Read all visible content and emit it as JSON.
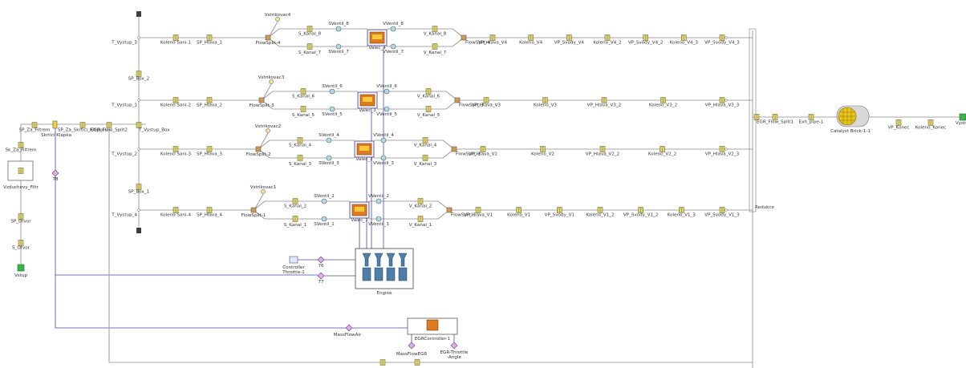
{
  "colors": {
    "pipe": "#8a8a8a",
    "control_wire": "#4a4aa8",
    "component": "#d8cf73",
    "inlet": "#3cb34a",
    "outlet": "#3cb34a",
    "cylinder": "#e07a20",
    "catalyst": "#e9c21c"
  },
  "inlet_label": "Vstup",
  "intake_chain": [
    "S_Otvor",
    "SP_Otvor"
  ],
  "filter_label": "Vzduchovy_Filtr",
  "filter_pipe": "Sk_Za_Filtrem",
  "filter_pipe_2": "SP_Za_Filtrem",
  "throttle_label": "Skrtici Klapka",
  "after_throttle": "SP_Za_Skrtici_Klapkou",
  "egr_split_2": "EGR_Flow_Split2",
  "intake_box": "T_Vystup_Box",
  "box_pipes": [
    "SP_Box_2",
    "SP_Box_1"
  ],
  "cyl_rows": [
    {
      "outlet": "T_Vystup_3",
      "elbow": "Koleno Sani-1",
      "head": "SP_Hlava_1",
      "injector": "Vstrikovac4",
      "split": "FlowSplit-4",
      "pipe_a": "S_Kanal_8",
      "valve_a": "SVentil_8",
      "pipe_b": "S_Kanal_7",
      "valve_b": "SVentil_7",
      "cylinder": "Valec_4",
      "exv_a": "VVentil_8",
      "exp_a": "V_Kanal_8",
      "exv_b": "VVentil_7",
      "exp_b": "V_Kanal_7",
      "ex_split": "FlowSplit-4",
      "ex_chain": [
        "VP_Hlava_V4",
        "Koleno_V4",
        "VP_Svody_V4",
        "Koleno_V4_2",
        "VP_Svody_V4_2",
        "Koleno_V4_3",
        "VP_Svody_V4_3"
      ]
    },
    {
      "outlet": "T_Vystup_1",
      "elbow": "Koleno Sani-2",
      "head": "SP_Hlava_2",
      "injector": "Vstrikovac3",
      "split": "FlowSplit-3",
      "pipe_a": "S_Kanal_6",
      "valve_a": "SVentil_6",
      "pipe_b": "S_Kanal_5",
      "valve_b": "SVentil_5",
      "cylinder": "Valec_3",
      "exv_a": "VVentil_6",
      "exp_a": "V_Kanal_6",
      "exv_b": "VVentil_5",
      "exp_b": "V_Kanal_5",
      "ex_split": "FlowSplit-3",
      "ex_chain": [
        "VP_Hlava_V3",
        "Koleno_V3",
        "VP_Hlava_V3_2",
        "Koleno_V3_2",
        "VP_Hlava_V3_3"
      ]
    },
    {
      "outlet": "T_Vystup_2",
      "elbow": "Koleno Sani-3",
      "head": "SP_Hlava_3",
      "injector": "Vstrikovac2",
      "split": "FlowSplit-2",
      "pipe_a": "S_Kanal_4",
      "valve_a": "SVentil_4",
      "pipe_b": "S_Kanal_3",
      "valve_b": "SVentil_3",
      "cylinder": "Valec_2",
      "exv_a": "VVentil_4",
      "exp_a": "V_Kanal_4",
      "exv_b": "VVentil_3",
      "exp_b": "V_Kanal_3",
      "ex_split": "FlowSplit-2",
      "ex_chain": [
        "VP_Hlava_V2",
        "Koleno_V2",
        "VP_Hlava_V2_2",
        "Koleno_V2_2",
        "VP_Hlava_V2_3"
      ]
    },
    {
      "outlet": "T_Vystup_4",
      "elbow": "Koleno Sani-4",
      "head": "SP_Hlava_4",
      "injector": "Vstrikovac1",
      "split": "FlowSplit-1",
      "pipe_a": "S_Kanal_2",
      "valve_a": "SVentil_2",
      "pipe_b": "S_Kanal_1",
      "valve_b": "SVentil_1",
      "cylinder": "Valec_1",
      "exv_a": "VVentil_2",
      "exp_a": "V_Kanal_2",
      "exv_b": "VVentil_1",
      "exp_b": "V_Kanal_1",
      "ex_split": "FlowSplit-1",
      "ex_chain": [
        "VP_Hlava_V1",
        "Koleno_V1",
        "VP_Svody_V1",
        "Koleno_V1_2",
        "VP_Svody_V1_2",
        "Koleno_V1_3",
        "VP_Svody_V1_3"
      ]
    }
  ],
  "reduction": "Redukce",
  "egr_split_1": "EGR_Flow_Split1",
  "exhaust_pipe": "Exh_pipe-1",
  "catalyst": "Catalyst Brick-1-1",
  "exhaust_end": [
    "VP_Konec",
    "Koleno_Konec",
    "Vystup"
  ],
  "controller_throttle": "Controller Throttle-1",
  "gauge_tags": [
    "76",
    "77",
    "78"
  ],
  "engine": "Engine",
  "mass_flow_air": "MassFlowAir",
  "egr_controller": "EGRController-1",
  "mass_flow_egr": "MassFlowEGR",
  "egr_throttle_angle": "EGR-Throttle -Angle"
}
